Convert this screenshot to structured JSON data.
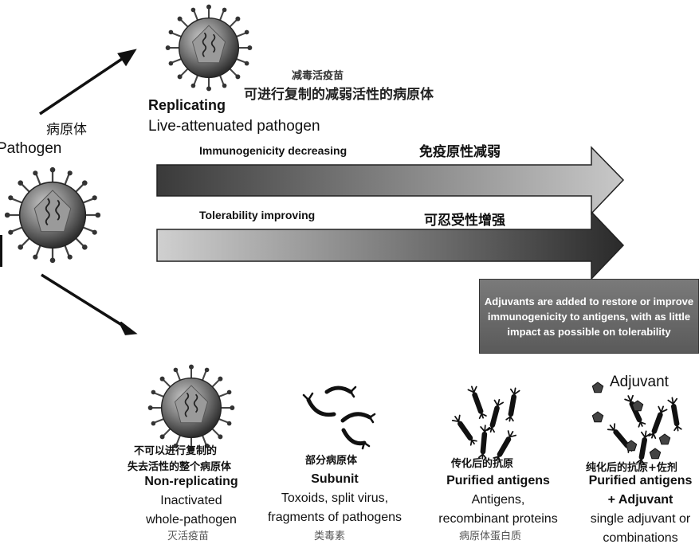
{
  "pathogen": {
    "label_cn": "病原体",
    "label_en": "Pathogen"
  },
  "top": {
    "cn_small": "减毒活疫苗",
    "cn_large": "可进行复制的减弱活性的病原体",
    "title": "Replicating",
    "subtitle": "Live-attenuated pathogen"
  },
  "arrows": [
    {
      "label_en": "Immunogenicity decreasing",
      "label_cn": "免疫原性减弱"
    },
    {
      "label_en": "Tolerability improving",
      "label_cn": "可忍受性增强"
    }
  ],
  "adjuvant_box": "Adjuvants are added to restore or improve immunogenicity to antigens, with as little impact as possible on tolerability",
  "adjuvant_label": "Adjuvant",
  "columns": [
    {
      "cn_top": "不可以进行复制的",
      "cn_top2": "失去活性的整个病原体",
      "title": "Non-replicating",
      "line1": "Inactivated",
      "line2": "whole-pathogen",
      "cn_bottom": "灭活疫苗"
    },
    {
      "cn_top": "部分病原体",
      "title": "Subunit",
      "line1": "Toxoids, split virus,",
      "line2": "fragments of pathogens",
      "cn_bottom": "类毒素"
    },
    {
      "cn_top": "传化后的抗原",
      "title": "Purified antigens",
      "line1": "Antigens,",
      "line2": "recombinant proteins",
      "cn_bottom": "病原体蛋白质"
    },
    {
      "cn_top": "纯化后的抗原+佐剂",
      "title": "Purified antigens",
      "title2": "+ Adjuvant",
      "line1": "single adjuvant or",
      "line2": "combinations"
    }
  ]
}
